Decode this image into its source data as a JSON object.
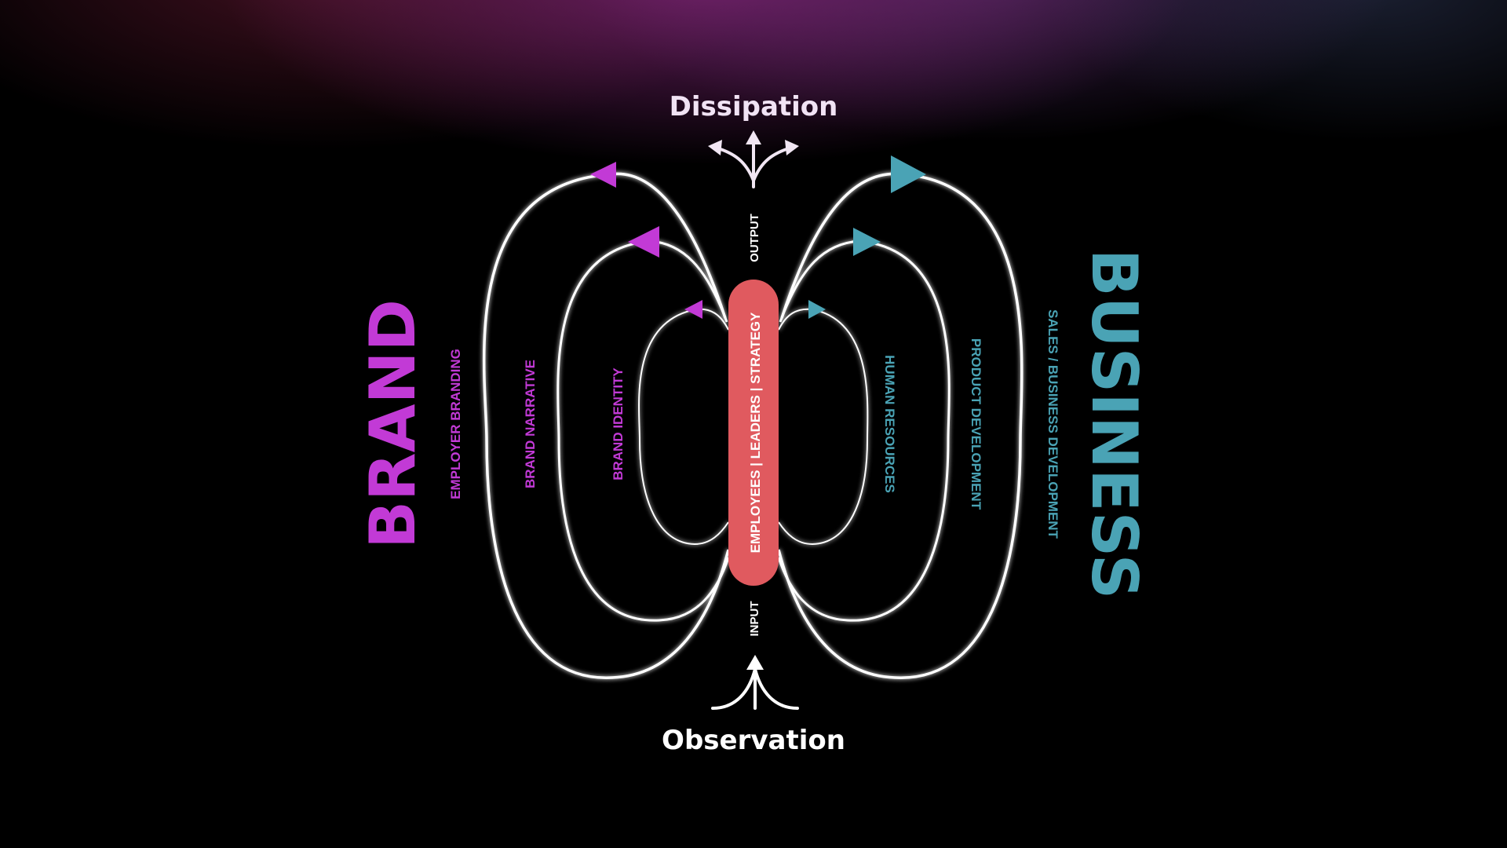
{
  "top_label": "Dissipation",
  "bottom_label": "Observation",
  "output_label": "OUTPUT",
  "input_label": "INPUT",
  "core_label": "EMPLOYEES | LEADERS | STRATEGY",
  "brand": {
    "title": "BRAND",
    "color": "#c23ad6",
    "rings": [
      "EMPLOYER BRANDING",
      "BRAND NARRATIVE",
      "BRAND IDENTITY"
    ]
  },
  "business": {
    "title": "BUSINESS",
    "color": "#4aa3b5",
    "rings": [
      "HUMAN RESOURCES",
      "PRODUCT DEVELOPMENT",
      "SALES / BUSINESS DEVELOPMENT"
    ]
  },
  "core_color": "#e05a5f"
}
